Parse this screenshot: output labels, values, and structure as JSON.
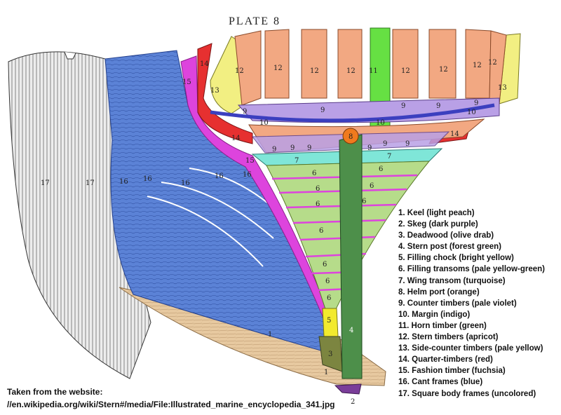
{
  "title": "PLATE 8",
  "legend": [
    "1. Keel (light peach)",
    "2. Skeg (dark purple)",
    "3. Deadwood (olive drab)",
    "4. Stern post (forest green)",
    "5. Filling chock (bright yellow)",
    "6. Filling transoms (pale yellow-green)",
    "7. Wing transom (turquoise)",
    "8. Helm port (orange)",
    "9. Counter timbers (pale violet)",
    "10. Margin (indigo)",
    "11. Horn timber (green)",
    "12. Stern timbers (apricot)",
    "13. Side-counter timbers (pale yellow)",
    "14. Quarter-timbers (red)",
    "15. Fashion timber (fuchsia)",
    "16. Cant frames (blue)",
    "17. Square body frames (uncolored)"
  ],
  "source": {
    "line1": "Taken from the website:",
    "line2": "//en.wikipedia.org/wiki/Stern#/media/File:Illustrated_marine_encyclopedia_341.jpg"
  },
  "part_labels": {
    "n1": "1",
    "n2": "2",
    "n3": "3",
    "n4": "4",
    "n5": "5",
    "n6": "6",
    "n7": "7",
    "n8": "8",
    "n9": "9",
    "n10": "10",
    "n11": "11",
    "n12": "12",
    "n13": "13",
    "n14": "14",
    "n15": "15",
    "n16": "16",
    "n17": "17"
  },
  "colors": {
    "keel": "#e7c9a0",
    "skeg": "#7a3d99",
    "deadwood": "#7c8540",
    "stern_post": "#4d8f4a",
    "filling_chock": "#f2ea2e",
    "filling_transoms": "#b6dc8a",
    "wing_transom": "#7fe6d8",
    "helm_port": "#f07a1e",
    "counter_timbers": "#b9a0e6",
    "margin": "#3b3fbf",
    "horn_timber": "#66e043",
    "stern_timbers": "#f2a882",
    "side_counter": "#f2ef82",
    "quarter_timbers": "#e63030",
    "fashion_timber": "#dd44dd",
    "cant_frames": "#5b82d6",
    "square_frames": "#e9e9e9"
  }
}
